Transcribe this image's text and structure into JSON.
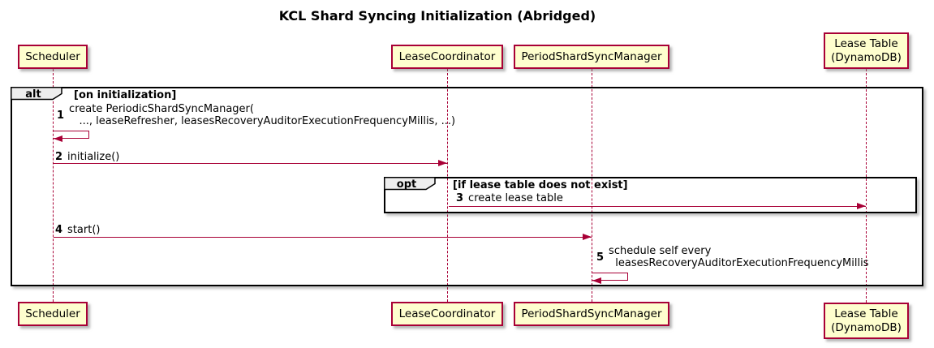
{
  "title": "KCL Shard Syncing Initialization (Abridged)",
  "participants": [
    {
      "name": "Scheduler"
    },
    {
      "name": "LeaseCoordinator"
    },
    {
      "name": "PeriodShardSyncManager"
    },
    {
      "name": "Lease Table\n(DynamoDB)"
    }
  ],
  "frames": {
    "alt": {
      "label": "alt",
      "condition": "[on initialization]"
    },
    "opt": {
      "label": "opt",
      "condition": "[if lease table does not exist]"
    }
  },
  "messages": [
    {
      "num": "1",
      "text": "create PeriodicShardSyncManager(\n   ..., leaseRefresher, leasesRecoveryAuditorExecutionFrequencyMillis, ...)"
    },
    {
      "num": "2",
      "text": "initialize()"
    },
    {
      "num": "3",
      "text": "create lease table"
    },
    {
      "num": "4",
      "text": "start()"
    },
    {
      "num": "5",
      "text": "schedule self every\n  leasesRecoveryAuditorExecutionFrequencyMillis"
    }
  ],
  "colors": {
    "participant_fill": "#FEFECE",
    "participant_border": "#A80036",
    "lifeline": "#A80036",
    "arrow": "#A80036",
    "frame_border": "#000000",
    "frame_label_fill": "#EEEEEE",
    "text": "#000000",
    "background": "#FFFFFF"
  }
}
